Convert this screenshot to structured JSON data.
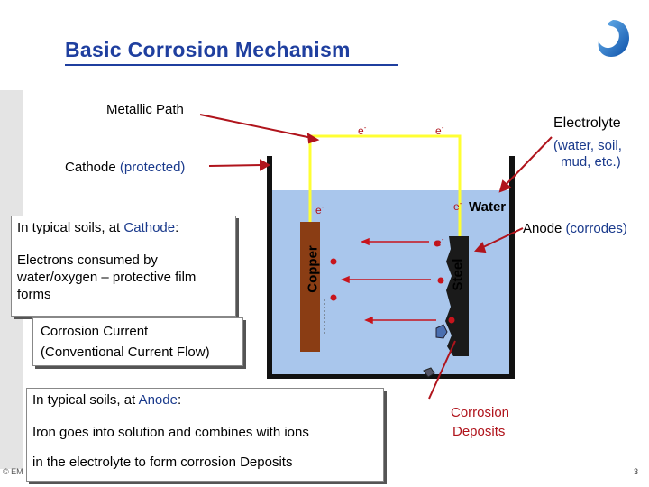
{
  "title": "Basic Corrosion Mechanism",
  "labels": {
    "metallic_path": "Metallic Path",
    "electrolyte": "Electrolyte",
    "electrolyte_detail_1": "(water, soil,",
    "electrolyte_detail_2": "mud, etc.)",
    "cathode": "Cathode",
    "cathode_note": "(protected)",
    "water": "Water",
    "anode": "Anode",
    "anode_note": "(corrodes)",
    "copper": "Copper",
    "steel": "Steel",
    "electron": "e",
    "corrosion_deposits_1": "Corrosion",
    "corrosion_deposits_2": "Deposits"
  },
  "cathode_box": {
    "heading": "In typical soils, at",
    "heading_term": "Cathode",
    "heading_colon": ":",
    "body": "Electrons consumed by water/oxygen – protective film forms"
  },
  "current_box": {
    "line1": "Corrosion Current",
    "line2": "(Conventional Current Flow)"
  },
  "anode_box": {
    "heading": "In typical soils, at",
    "heading_term": "Anode",
    "heading_colon": ":",
    "line1": "Iron goes into solution and combines with ions",
    "line2": "in the electrolyte to form corrosion Deposits"
  },
  "footer": {
    "copyright": "© EM",
    "page_number": "3"
  },
  "colors": {
    "title": "#1f3f9f",
    "wire": "#ffff33",
    "water": "#a9c6ec",
    "copper": "#8a3d14",
    "steel": "#1a1a1a",
    "arrow": "#c8141c"
  },
  "icons": {
    "logo": "swirl-logo-icon"
  }
}
